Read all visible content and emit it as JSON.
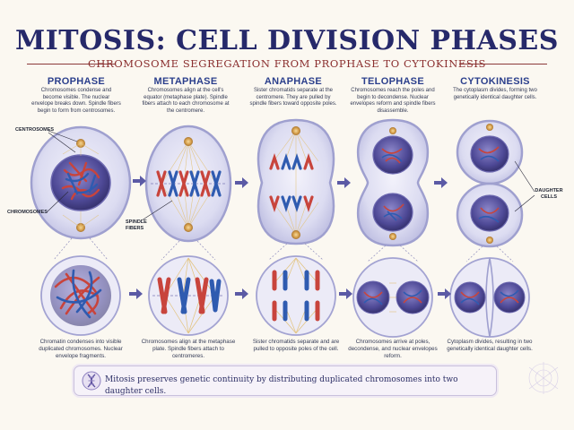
{
  "title": "MITOSIS: CELL DIVISION PHASES",
  "subtitle": "CHROMOSOME SEGREGATION FROM PROPHASE TO CYTOKINESIS",
  "phases": [
    {
      "name": "PROPHASE",
      "desc": "Chromosomes condense and become visible. The nuclear envelope breaks down. Spindle fibers begin to form from centrosomes.",
      "caption": "Chromatin condenses into visible duplicated chromosomes. Nuclear envelope fragments."
    },
    {
      "name": "METAPHASE",
      "desc": "Chromosomes align at the cell's equator (metaphase plate). Spindle fibers attach to each chromosome at the centromere.",
      "caption": "Chromosomes align at the metaphase plate. Spindle fibers attach to centromeres."
    },
    {
      "name": "ANAPHASE",
      "desc": "Sister chromatids separate at the centromere. They are pulled by spindle fibers toward opposite poles.",
      "caption": "Sister chromatids separate and are pulled to opposite poles of the cell."
    },
    {
      "name": "TELOPHASE",
      "desc": "Chromosomes reach the poles and begin to decondense. Nuclear envelopes reform and spindle fibers disassemble.",
      "caption": "Chromosomes arrive at poles, decondense, and nuclear envelopes reform."
    },
    {
      "name": "CYTOKINESIS",
      "desc": "The cytoplasm divides, forming two genetically identical daughter cells.",
      "caption": "Cytoplasm divides, resulting in two genetically identical daughter cells."
    }
  ],
  "labels": {
    "centrosomes": "CENTROSOMES",
    "chromosomes": "CHROMOSOMES",
    "spindle_fibers": "SPINDLE FIBERS",
    "daughter_cells": "DAUGHTER CELLS"
  },
  "footer": "Mitosis preserves genetic continuity by distributing duplicated chromosomes into two daughter cells.",
  "colors": {
    "title": "#26296a",
    "subtitle": "#8a2e2e",
    "heading": "#2b3f8c",
    "chromosome_red": "#c8443c",
    "chromosome_blue": "#2f5bb0",
    "nucleus": "#4c4a93",
    "cell_membrane": "#9fa0cf"
  }
}
